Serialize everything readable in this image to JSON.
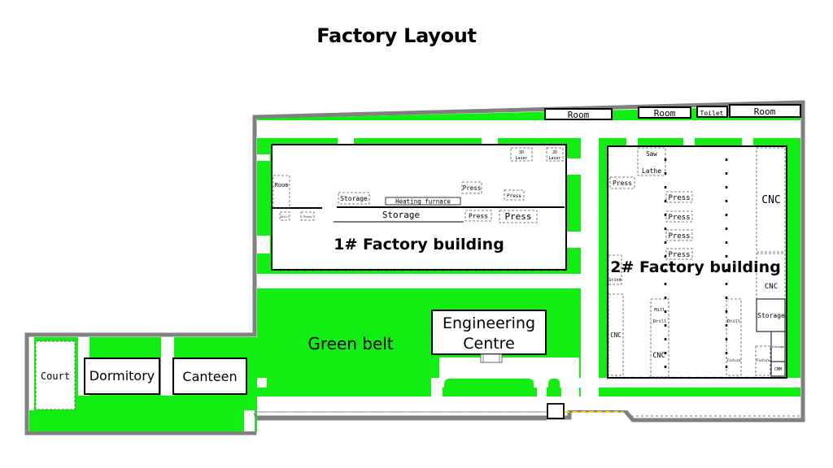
{
  "title": "Factory Layout",
  "colors": {
    "green_belt": "#11ee11",
    "wall": "#808080",
    "road_marking": "#ffd400"
  },
  "labels": {
    "room_top_1": "Room",
    "room_top_2": "Room",
    "toilet": "Toilet",
    "room_top_3": "Room",
    "building1": "1# Factory building",
    "building2": "2#  Factory building",
    "green_belt": "Green belt",
    "engineering_line1": "Engineering",
    "engineering_line2": "Centre",
    "court": "Court",
    "dormitory": "Dormitory",
    "canteen": "Canteen"
  },
  "building1_machines": {
    "room": "Room",
    "laser_3d_line1": "3D",
    "laser_3d_line2": "Laser",
    "laser_2d_line1": "2D",
    "laser_2d_line2": "Laser",
    "storage_small": "Storage",
    "heating_furnace": "Heating furnace",
    "press_1": "Press",
    "press_2": "Press",
    "storage_main": "Storage",
    "press_3": "Press",
    "press_4": "Press",
    "tiny_1": "Drill",
    "tiny_2": "Press"
  },
  "building2_machines": {
    "saw": "Saw",
    "lathe": "Lathe",
    "press_left": "Press",
    "press_a": "Press",
    "press_b": "Press",
    "press_c": "Press",
    "press_d": "Press",
    "cnc_right_top": "CNC",
    "grind": "Grind",
    "cnc_right_mid": "CNC",
    "storage_right": "Storage",
    "cnc_left": "CNC",
    "mill": "Mill",
    "drill_1": "Drill",
    "drill_2": "Drill",
    "cnc_center": "CNC",
    "fixture_1": "Fixture",
    "fixture_2": "Fixture",
    "storage_small": "Storage",
    "cmm": "CMM"
  }
}
